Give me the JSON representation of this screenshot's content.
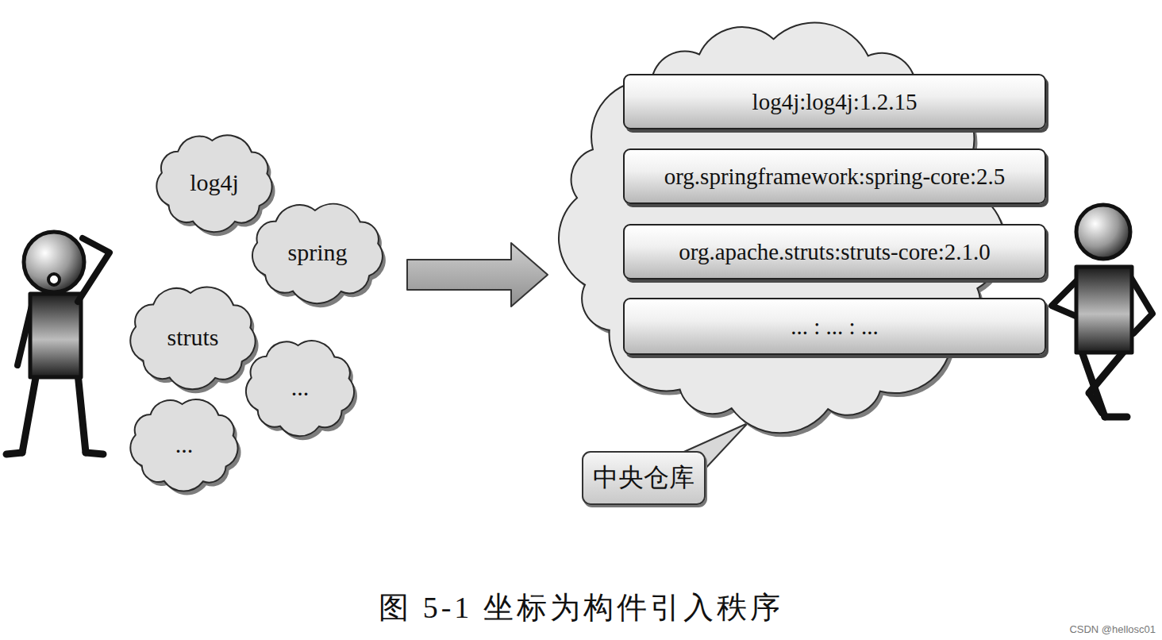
{
  "diagram": {
    "caption": "图 5-1 坐标为构件引入秩序",
    "nodes": [
      {
        "text": [
          "log4j"
        ]
      },
      {
        "text": [
          "spring"
        ]
      },
      {
        "text": [
          "struts"
        ]
      },
      {
        "text": [
          "..."
        ]
      },
      {
        "text": [
          "..."
        ]
      },
      {
        "text": []
      },
      {
        "text": [
          "log4j:log4j:1.2.15"
        ],
        "in": 5
      },
      {
        "text": [
          "org.springframework:spring-core:2.5"
        ],
        "in": 5
      },
      {
        "text": [
          "org.apache.struts:struts-core:2.1.0"
        ],
        "in": 5
      },
      {
        "text": [
          "... : ... : ..."
        ],
        "in": 5
      },
      {
        "text": [
          "中央仓库"
        ]
      }
    ],
    "edges": [
      {
        "from": 1,
        "to": 5,
        "arrow": "to"
      },
      {
        "from": 10,
        "to": 5,
        "arrow": "none"
      }
    ],
    "labels": [
      "CSDN @hellosc01"
    ]
  }
}
